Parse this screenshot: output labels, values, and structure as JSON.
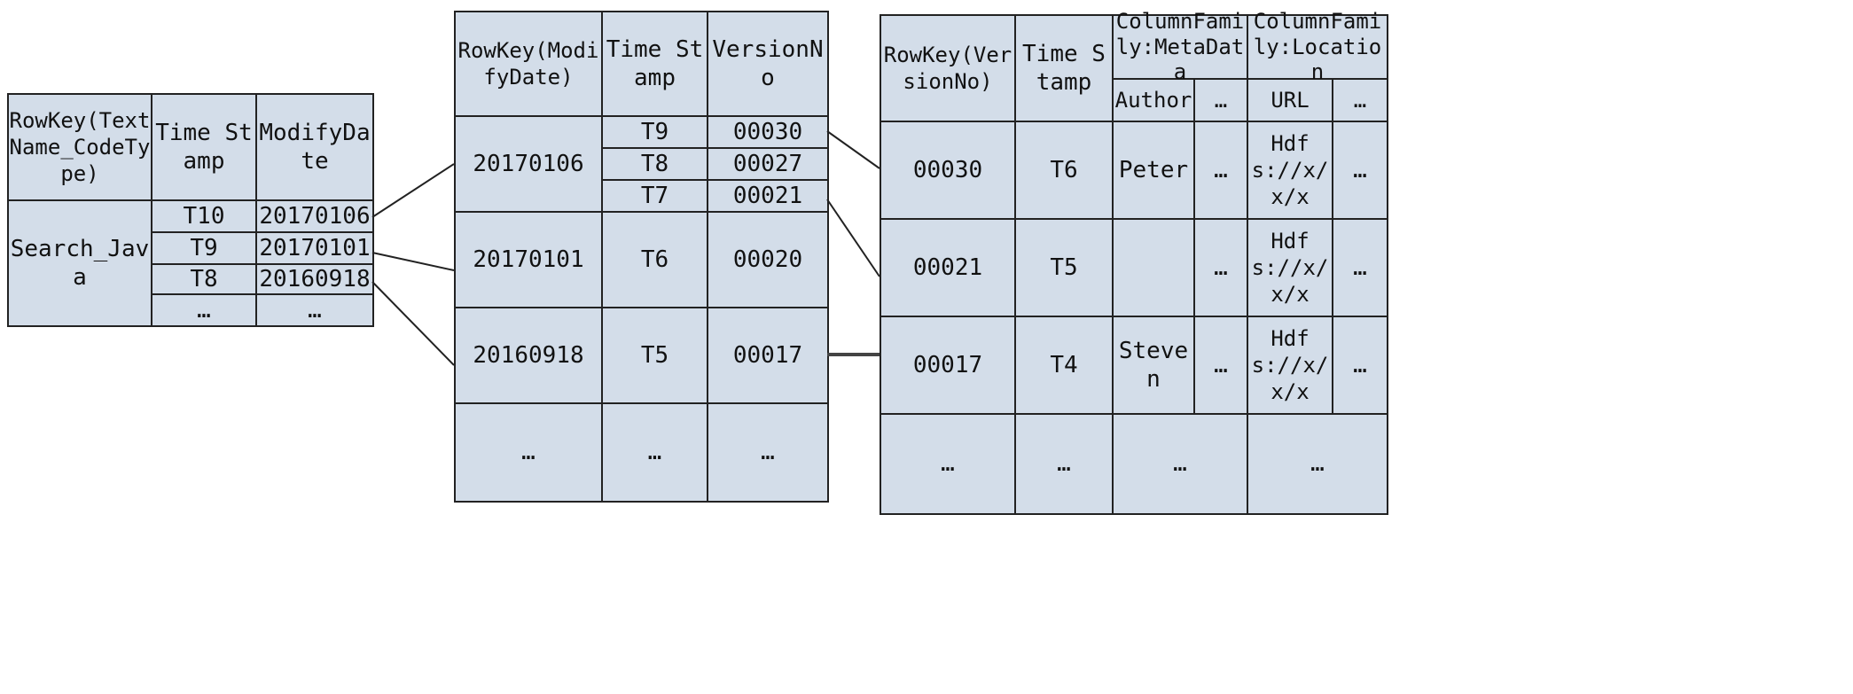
{
  "table1": {
    "headers": [
      "RowKey(TextName_CodeType)",
      "Time Stamp",
      "ModifyDate"
    ],
    "rowkey": "Search_Java",
    "rows": [
      {
        "ts": "T10",
        "val": "20170106"
      },
      {
        "ts": "T9",
        "val": "20170101"
      },
      {
        "ts": "T8",
        "val": "20160918"
      },
      {
        "ts": "…",
        "val": "…"
      }
    ]
  },
  "table2": {
    "headers": [
      "RowKey(ModifyDate)",
      "Time Stamp",
      "VersionNo"
    ],
    "groups": [
      {
        "rowkey": "20170106",
        "sub": [
          {
            "ts": "T9",
            "ver": "00030"
          },
          {
            "ts": "T8",
            "ver": "00027"
          },
          {
            "ts": "T7",
            "ver": "00021"
          }
        ]
      },
      {
        "rowkey": "20170101",
        "ts": "T6",
        "ver": "00020"
      },
      {
        "rowkey": "20160918",
        "ts": "T5",
        "ver": "00017"
      },
      {
        "rowkey": "…",
        "ts": "…",
        "ver": "…"
      }
    ]
  },
  "table3": {
    "headers": {
      "rowkey": "RowKey(VersionNo)",
      "ts": "Time Stamp",
      "cf1": "ColumnFamily:MetaData",
      "cf2": "ColumnFamily:Location",
      "cf1_cols": [
        "Author",
        "…"
      ],
      "cf2_cols": [
        "URL",
        "…"
      ]
    },
    "rows": [
      {
        "rowkey": "00030",
        "ts": "T6",
        "author": "Peter",
        "meta_more": "…",
        "url": "Hdfs://x/x/x",
        "loc_more": "…"
      },
      {
        "rowkey": "00021",
        "ts": "T5",
        "author": "",
        "meta_more": "…",
        "url": "Hdfs://x/x/x",
        "loc_more": "…"
      },
      {
        "rowkey": "00017",
        "ts": "T4",
        "author": "Steven",
        "meta_more": "…",
        "url": "Hdfs://x/x/x",
        "loc_more": "…"
      },
      {
        "rowkey": "…",
        "ts": "…",
        "metadata": "…",
        "location": "…"
      }
    ]
  }
}
